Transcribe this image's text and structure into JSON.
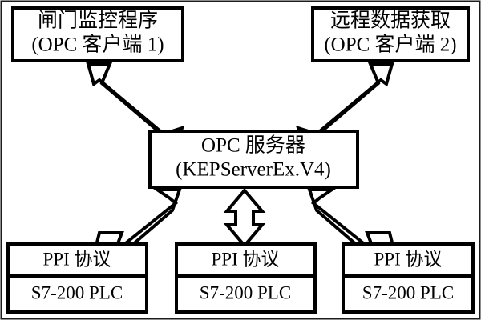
{
  "diagram": {
    "type": "block-architecture",
    "title_present": false,
    "colors": {
      "background": "#ffffff",
      "stroke": "#000000",
      "frame": "#1b1b1b",
      "fill": "#ffffff"
    },
    "clients": [
      {
        "id": "client-1",
        "line1": "闸门监控程序",
        "line2": "(OPC 客户端 1)"
      },
      {
        "id": "client-2",
        "line1": "远程数据获取",
        "line2": "(OPC 客户端 2)"
      }
    ],
    "server": {
      "id": "opc-server",
      "line1": "OPC 服务器",
      "line2": "(KEPServerEx.V4)"
    },
    "devices": [
      {
        "id": "device-1",
        "protocol": "PPI 协议",
        "controller": "S7-200 PLC"
      },
      {
        "id": "device-2",
        "protocol": "PPI 协议",
        "controller": "S7-200 PLC"
      },
      {
        "id": "device-3",
        "protocol": "PPI 协议",
        "controller": "S7-200 PLC"
      }
    ],
    "connectors": [
      {
        "id": "connector-server-client1",
        "from": "opc-server",
        "to": "client-1",
        "style": "double-headed-hollow-arrow",
        "orientation": "diagonal-up-left"
      },
      {
        "id": "connector-server-client2",
        "from": "opc-server",
        "to": "client-2",
        "style": "double-headed-hollow-arrow",
        "orientation": "diagonal-up-right"
      },
      {
        "id": "connector-server-device1",
        "from": "opc-server",
        "to": "device-1",
        "style": "double-headed-hollow-arrow",
        "orientation": "diagonal-down-left"
      },
      {
        "id": "connector-server-device2",
        "from": "opc-server",
        "to": "device-2",
        "style": "double-headed-hollow-arrow",
        "orientation": "vertical"
      },
      {
        "id": "connector-server-device3",
        "from": "opc-server",
        "to": "device-3",
        "style": "double-headed-hollow-arrow",
        "orientation": "diagonal-down-right"
      }
    ]
  }
}
